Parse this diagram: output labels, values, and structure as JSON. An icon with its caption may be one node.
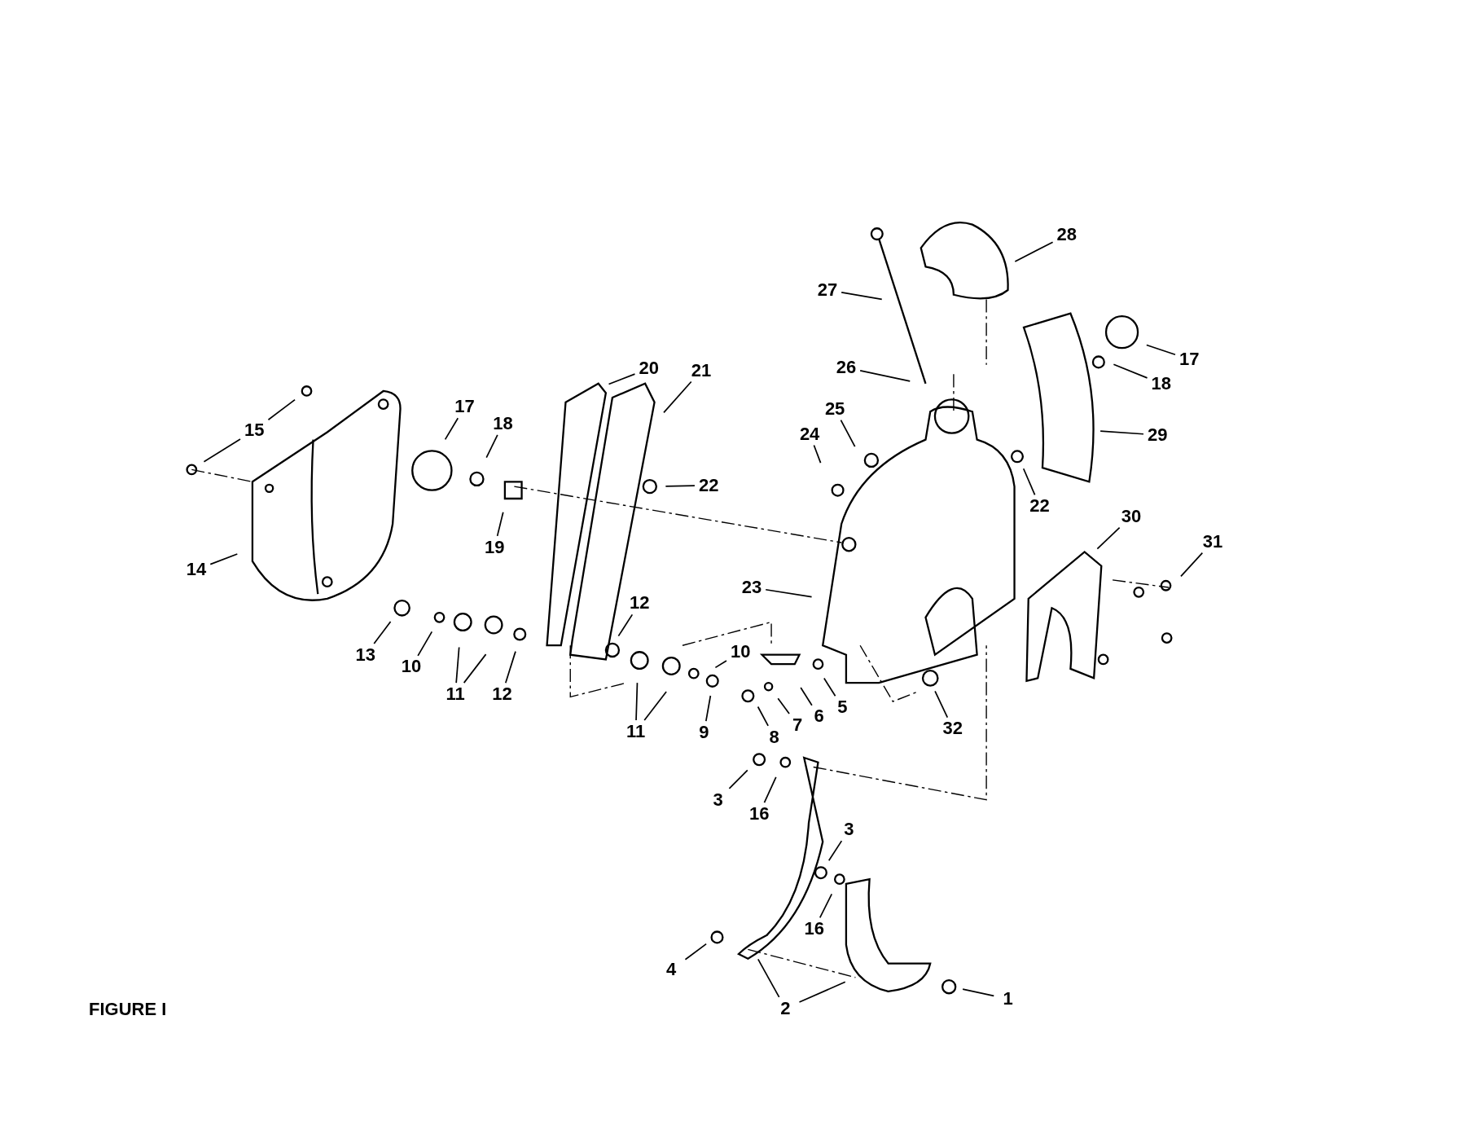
{
  "diagram": {
    "caption": "FIGURE I",
    "nodes": [
      {
        "text": [
          "28"
        ]
      },
      {
        "text": [
          "27"
        ]
      },
      {
        "text": [
          "26"
        ]
      },
      {
        "text": [
          "25"
        ]
      },
      {
        "text": [
          "24"
        ]
      },
      {
        "text": [
          "17"
        ]
      },
      {
        "text": [
          "18"
        ]
      },
      {
        "text": [
          "29"
        ]
      },
      {
        "text": [
          "22"
        ]
      },
      {
        "text": [
          "20"
        ]
      },
      {
        "text": [
          "21"
        ]
      },
      {
        "text": [
          "17"
        ]
      },
      {
        "text": [
          "18"
        ]
      },
      {
        "text": [
          "19"
        ]
      },
      {
        "text": [
          "22"
        ]
      },
      {
        "text": [
          "15"
        ]
      },
      {
        "text": [
          "14"
        ]
      },
      {
        "text": [
          "23"
        ]
      },
      {
        "text": [
          "30"
        ]
      },
      {
        "text": [
          "31"
        ]
      },
      {
        "text": [
          "13"
        ]
      },
      {
        "text": [
          "10"
        ]
      },
      {
        "text": [
          "11"
        ]
      },
      {
        "text": [
          "12"
        ]
      },
      {
        "text": [
          "12"
        ]
      },
      {
        "text": [
          "10"
        ]
      },
      {
        "text": [
          "11"
        ]
      },
      {
        "text": [
          "9"
        ]
      },
      {
        "text": [
          "8"
        ]
      },
      {
        "text": [
          "7"
        ]
      },
      {
        "text": [
          "6"
        ]
      },
      {
        "text": [
          "5"
        ]
      },
      {
        "text": [
          "32"
        ]
      },
      {
        "text": [
          "3"
        ]
      },
      {
        "text": [
          "16"
        ]
      },
      {
        "text": [
          "3"
        ]
      },
      {
        "text": [
          "16"
        ]
      },
      {
        "text": [
          "4"
        ]
      },
      {
        "text": [
          "2"
        ]
      },
      {
        "text": [
          "1"
        ]
      }
    ],
    "edges": [
      {
        "from": 0,
        "to": null,
        "arrow": "none"
      },
      {
        "from": 1,
        "to": null,
        "arrow": "none"
      },
      {
        "from": 2,
        "to": null,
        "arrow": "none"
      },
      {
        "from": 3,
        "to": null,
        "arrow": "none"
      },
      {
        "from": 4,
        "to": null,
        "arrow": "none"
      },
      {
        "from": 5,
        "to": null,
        "arrow": "none"
      },
      {
        "from": 6,
        "to": null,
        "arrow": "none"
      },
      {
        "from": 7,
        "to": null,
        "arrow": "none"
      },
      {
        "from": 8,
        "to": null,
        "arrow": "none"
      },
      {
        "from": 9,
        "to": null,
        "arrow": "none"
      },
      {
        "from": 10,
        "to": null,
        "arrow": "none"
      },
      {
        "from": 11,
        "to": null,
        "arrow": "none"
      },
      {
        "from": 12,
        "to": null,
        "arrow": "none"
      },
      {
        "from": 13,
        "to": null,
        "arrow": "none"
      },
      {
        "from": 14,
        "to": null,
        "arrow": "none"
      },
      {
        "from": 15,
        "to": null,
        "arrow": "none"
      },
      {
        "from": 15,
        "to": null,
        "arrow": "none"
      },
      {
        "from": 16,
        "to": null,
        "arrow": "none"
      },
      {
        "from": 17,
        "to": null,
        "arrow": "none"
      },
      {
        "from": 18,
        "to": null,
        "arrow": "none"
      },
      {
        "from": 19,
        "to": null,
        "arrow": "none"
      },
      {
        "from": 20,
        "to": null,
        "arrow": "none"
      },
      {
        "from": 21,
        "to": null,
        "arrow": "none"
      },
      {
        "from": 22,
        "to": null,
        "arrow": "none"
      },
      {
        "from": 22,
        "to": null,
        "arrow": "none"
      },
      {
        "from": 23,
        "to": null,
        "arrow": "none"
      },
      {
        "from": 24,
        "to": null,
        "arrow": "none"
      },
      {
        "from": 25,
        "to": null,
        "arrow": "none"
      },
      {
        "from": 26,
        "to": null,
        "arrow": "none"
      },
      {
        "from": 26,
        "to": null,
        "arrow": "none"
      },
      {
        "from": 27,
        "to": null,
        "arrow": "none"
      },
      {
        "from": 28,
        "to": null,
        "arrow": "none"
      },
      {
        "from": 29,
        "to": null,
        "arrow": "none"
      },
      {
        "from": 30,
        "to": null,
        "arrow": "none"
      },
      {
        "from": 31,
        "to": null,
        "arrow": "none"
      },
      {
        "from": 32,
        "to": null,
        "arrow": "none"
      },
      {
        "from": 33,
        "to": null,
        "arrow": "none"
      },
      {
        "from": 34,
        "to": null,
        "arrow": "none"
      },
      {
        "from": 35,
        "to": null,
        "arrow": "none"
      },
      {
        "from": 36,
        "to": null,
        "arrow": "none"
      },
      {
        "from": 37,
        "to": null,
        "arrow": "none"
      },
      {
        "from": 38,
        "to": null,
        "arrow": "none"
      },
      {
        "from": 38,
        "to": null,
        "arrow": "none"
      },
      {
        "from": 39,
        "to": null,
        "arrow": "none"
      }
    ]
  }
}
